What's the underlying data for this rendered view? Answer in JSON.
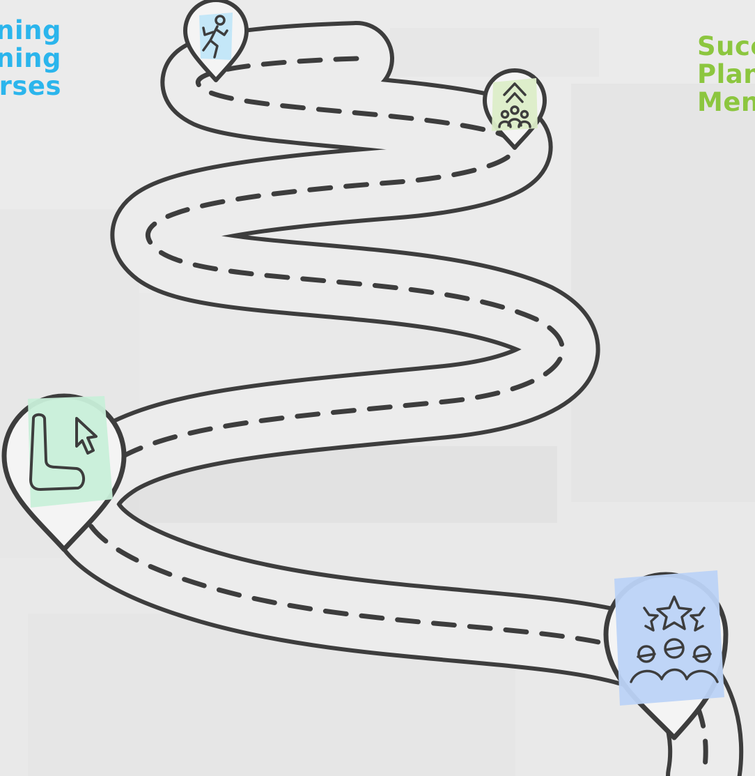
{
  "left_label": {
    "lines": [
      "ning",
      "ning",
      "rses"
    ],
    "color": "#2bb5ec"
  },
  "right_label": {
    "lines": [
      "Succ",
      "Plan",
      "Men"
    ],
    "color": "#8cc63f"
  },
  "pins": [
    {
      "name": "pin-start",
      "icon": "person-climbing-icon",
      "accent": "#bfe6f8"
    },
    {
      "name": "pin-green-top",
      "icon": "team-growth-arrow-icon",
      "accent": "#dcedc8"
    },
    {
      "name": "pin-left",
      "icon": "seat-cursor-icon",
      "accent": "#c8efd9"
    },
    {
      "name": "pin-end",
      "icon": "stars-team-icon",
      "accent": "#bcd3f7"
    }
  ],
  "colors": {
    "road": "#ececec",
    "outline": "#3d3d3d",
    "background": "#e9e9e9"
  }
}
